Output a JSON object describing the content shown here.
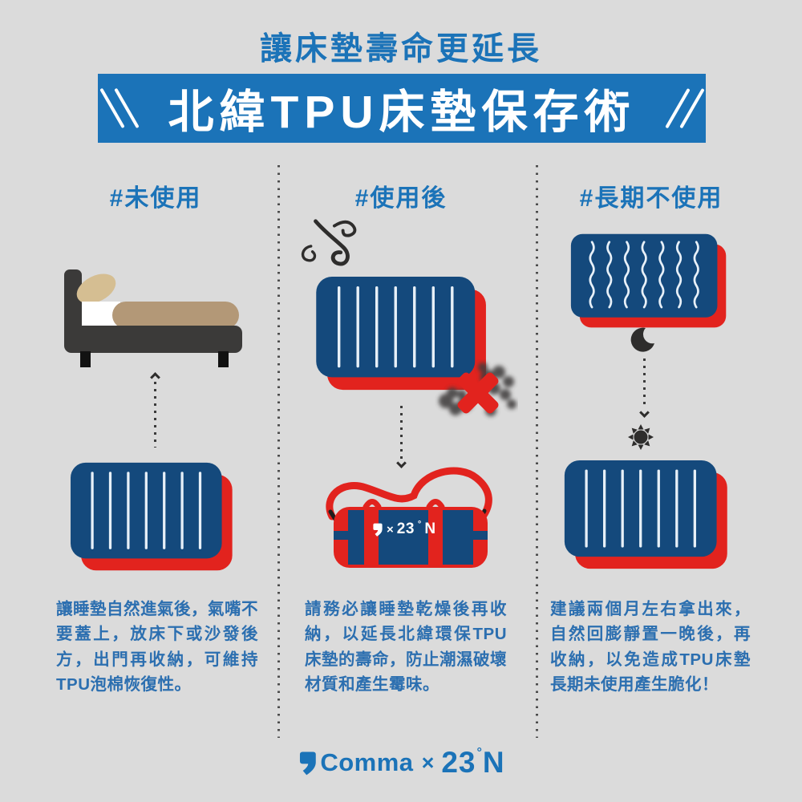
{
  "colors": {
    "background": "#DBDBDB",
    "accent": "#1B73B8",
    "navy": "#14497C",
    "red": "#E2231E",
    "caption": "#2C6FB0",
    "dark": "#3B3A39",
    "tan": "#B39877",
    "pillow": "#D5BE92"
  },
  "header": {
    "subtitle": "讓床墊壽命更延長",
    "title": "北緯TPU床墊保存術"
  },
  "columns": [
    {
      "tag": "#未使用",
      "caption": "讓睡墊自然進氣後，氣嘴不要蓋上，放床下或沙發後方，出門再收納，可維持TPU泡棉恢復性。"
    },
    {
      "tag": "#使用後",
      "caption": "請務必讓睡墊乾燥後再收納，以延長北緯環保TPU床墊的壽命，防止潮濕破壞材質和產生霉味。"
    },
    {
      "tag": "#長期不使用",
      "caption": "建議兩個月左右拿出來，自然回膨靜置一晚後，再收納，以免造成TPU床墊長期未使用產生脆化！"
    }
  ],
  "bag": {
    "multiply": "×",
    "number": "23",
    "degree": "°",
    "letter": "N"
  },
  "footer": {
    "brand": "Comma",
    "multiply": "×",
    "number": "23",
    "degree": "°",
    "letter": "N"
  },
  "icons": {
    "wind": "wind-swirl-icon",
    "moon": "crescent-moon-icon",
    "sun": "sun-icon",
    "cross": "red-x-mold-icon",
    "comma": "comma-brand-icon",
    "arrows": "dotted-arrow"
  }
}
